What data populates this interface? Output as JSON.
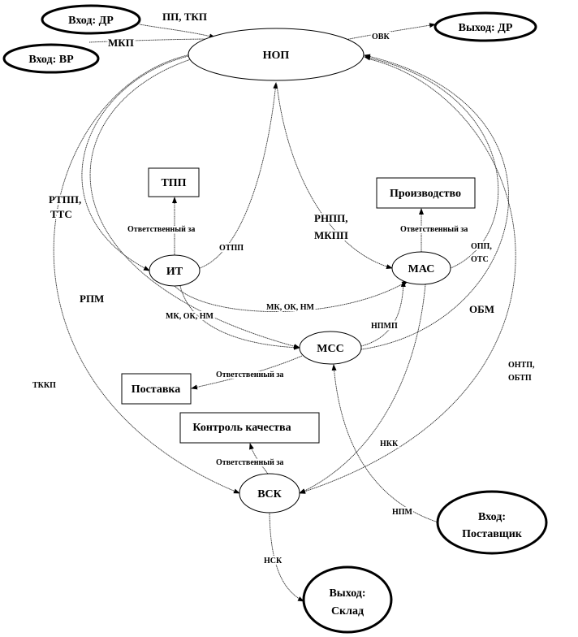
{
  "nodes": {
    "input_dr": "Вход: ДР",
    "input_vr": "Вход: ВР",
    "output_dr": "Выход: ДР",
    "nop": "НОП",
    "tpp": "ТПП",
    "production": "Производство",
    "it": "ИТ",
    "mas": "МАС",
    "mss": "МСС",
    "supply": "Поставка",
    "quality": "Контроль качества",
    "vsk": "ВСК",
    "input_supplier": [
      "Вход:",
      "Поставщик"
    ],
    "output_warehouse": [
      "Выход:",
      "Склад"
    ]
  },
  "edges": {
    "pp_tkp": "ПП, ТКП",
    "mkp": "МКП",
    "ovk": "ОВК",
    "rtpp_tts": [
      "РТПП,",
      "ТТС"
    ],
    "responsible_tpp": "Ответственный за",
    "otpp": "ОТПП",
    "rnpp_mkpp": [
      "РНПП,",
      "МКПП"
    ],
    "responsible_production": "Ответственный за",
    "opp_ots": [
      "ОПП,",
      "ОТС"
    ],
    "rpm": "РПМ",
    "mk_ok_nm_top": "МК, ОК, НМ",
    "mk_ok_nm_bottom": "МК, ОК, НМ",
    "obm": "ОБМ",
    "npmp": "НПМП",
    "responsible_supply": "Ответственный за",
    "tkkp": "ТККП",
    "ontp_obtp": [
      "ОНТП,",
      "ОБТП"
    ],
    "nkk": "НКК",
    "responsible_quality": "Ответственный за",
    "npm": "НПМ",
    "nsk": "НСК"
  }
}
